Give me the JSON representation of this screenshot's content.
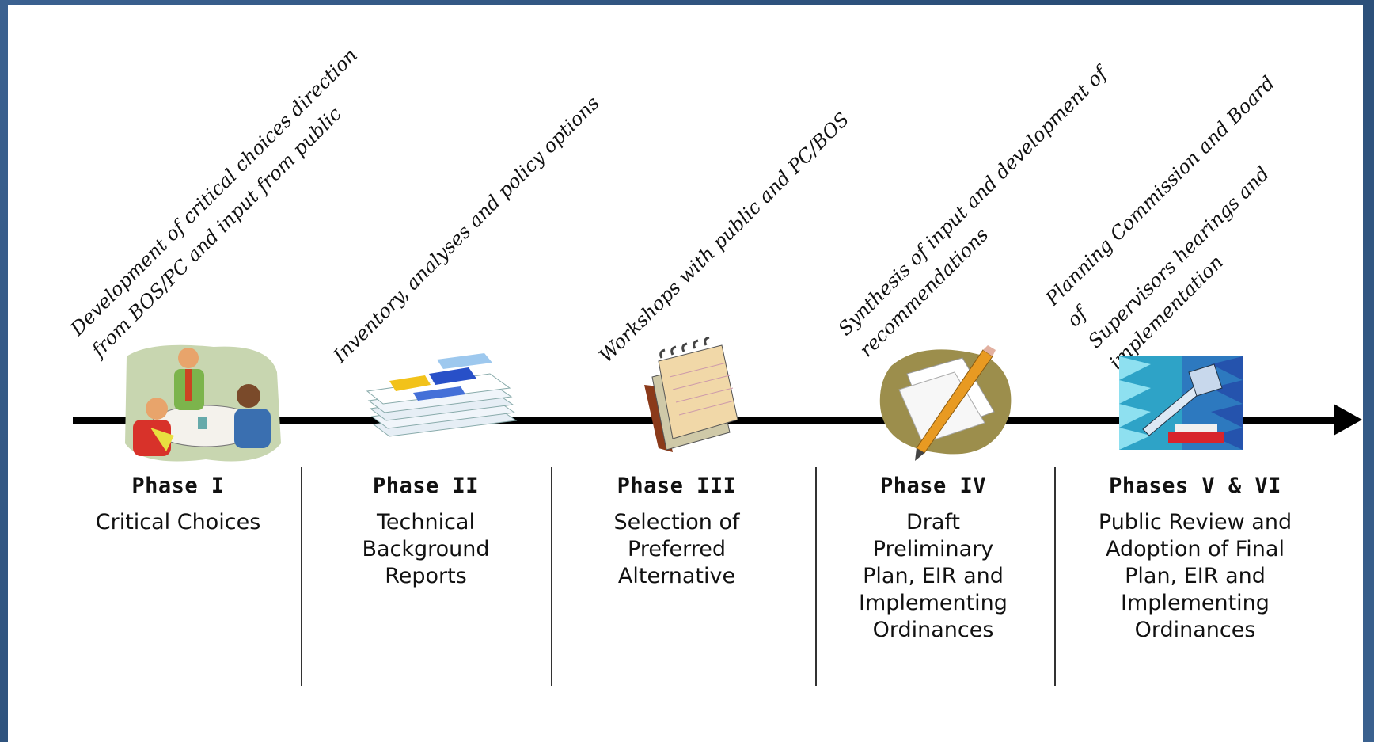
{
  "phases": [
    {
      "name": "Phase I",
      "desc": "Critical Choices",
      "annotation": "Development of critical choices direction\nfrom BOS/PC and input from public",
      "icon": "meeting-icon"
    },
    {
      "name": "Phase II",
      "desc": "Technical\nBackground\nReports",
      "annotation": "Inventory, analyses and policy options",
      "icon": "reports-icon"
    },
    {
      "name": "Phase III",
      "desc": "Selection of\nPreferred\nAlternative",
      "annotation": "Workshops with public and PC/BOS",
      "icon": "notepad-icon"
    },
    {
      "name": "Phase IV",
      "desc": "Draft\nPreliminary\nPlan, EIR and\nImplementing\nOrdinances",
      "annotation": "Synthesis of input and development of\nrecommendations",
      "icon": "document-pencil-icon"
    },
    {
      "name": "Phases V & VI",
      "desc": "Public Review and\nAdoption of Final\nPlan, EIR and\nImplementing\nOrdinances",
      "annotation": "Planning Commission and Board of\nSupervisors hearings and\nimplementation",
      "icon": "gavel-icon"
    }
  ],
  "colors": {
    "frame": "#2f4f78",
    "panel": "#ffffff",
    "timeline": "#000000"
  }
}
